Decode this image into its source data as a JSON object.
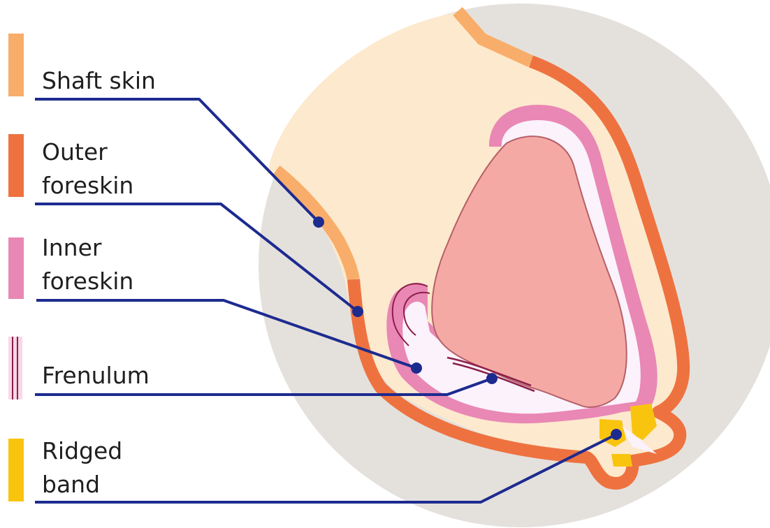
{
  "legend": [
    {
      "id": "shaft-skin",
      "lines": [
        "Shaft skin"
      ],
      "color": "#f8ad6a"
    },
    {
      "id": "outer-foreskin",
      "lines": [
        "Outer",
        "foreskin"
      ],
      "color": "#ee7240"
    },
    {
      "id": "inner-foreskin",
      "lines": [
        "Inner",
        "foreskin"
      ],
      "color": "#e987b5"
    },
    {
      "id": "frenulum",
      "lines": [
        "Frenulum"
      ],
      "color": "#8a1f4a"
    },
    {
      "id": "ridged-band",
      "lines": [
        "Ridged",
        "band"
      ],
      "color": "#f9c40e"
    }
  ],
  "colors": {
    "background_circle": "#e4e1dd",
    "tissue": "#fde9cd",
    "glans": "#f4a9a5",
    "mucosa": "#fbf2fb",
    "leader_line": "#1d2b8f"
  }
}
